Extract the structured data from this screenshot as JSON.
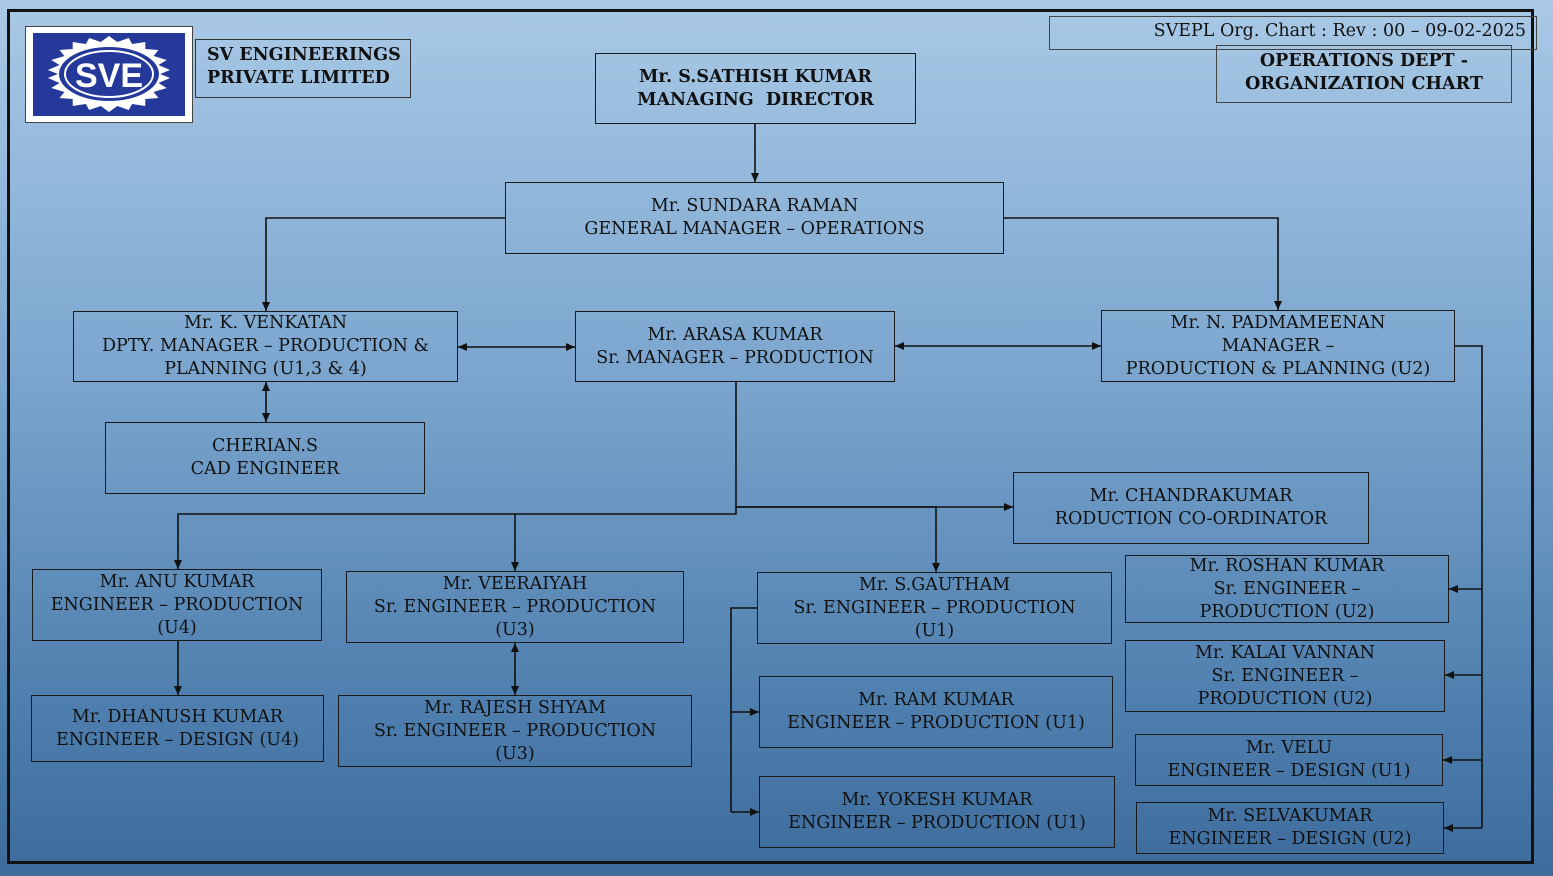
{
  "logo": {
    "text": "SVE"
  },
  "company": {
    "line1": "SV ENGINEERINGS",
    "line2": "PRIVATE LIMITED"
  },
  "revision": "SVEPL Org. Chart : Rev : 00 – 09-02-2025",
  "chart_title": {
    "line1": "OPERATIONS DEPT -",
    "line2": "ORGANIZATION CHART"
  },
  "nodes": {
    "md": {
      "line1": "Mr. S.SATHISH KUMAR",
      "line2": "MANAGING  DIRECTOR"
    },
    "gm": {
      "line1": "Mr. SUNDARA RAMAN",
      "line2": "GENERAL MANAGER – OPERATIONS"
    },
    "venkatan": {
      "line1": "Mr. K. VENKATAN",
      "line2": "DPTY. MANAGER – PRODUCTION &",
      "line3": "PLANNING (U1,3 & 4)"
    },
    "arasa": {
      "line1": "Mr. ARASA KUMAR",
      "line2": "Sr. MANAGER – PRODUCTION"
    },
    "padmameenan": {
      "line1": "Mr. N. PADMAMEENAN",
      "line2": "MANAGER –",
      "line3": "PRODUCTION & PLANNING (U2)"
    },
    "cherian": {
      "line1": "CHERIAN.S",
      "line2": "CAD ENGINEER"
    },
    "chandrakumar": {
      "line1": "Mr. CHANDRAKUMAR",
      "line2": "RODUCTION CO-ORDINATOR"
    },
    "anu": {
      "line1": "Mr. ANU KUMAR",
      "line2": "ENGINEER – PRODUCTION",
      "line3": "(U4)"
    },
    "veeraiyah": {
      "line1": "Mr. VEERAIYAH",
      "line2": "Sr. ENGINEER – PRODUCTION",
      "line3": "(U3)"
    },
    "gautham": {
      "line1": "Mr. S.GAUTHAM",
      "line2": "Sr. ENGINEER – PRODUCTION",
      "line3": "(U1)"
    },
    "roshan": {
      "line1": "Mr. ROSHAN KUMAR",
      "line2": "Sr. ENGINEER –",
      "line3": "PRODUCTION (U2)"
    },
    "kalai": {
      "line1": "Mr. KALAI VANNAN",
      "line2": "Sr. ENGINEER –",
      "line3": "PRODUCTION (U2)"
    },
    "dhanush": {
      "line1": "Mr. DHANUSH KUMAR",
      "line2": "ENGINEER – DESIGN (U4)"
    },
    "rajesh": {
      "line1": "Mr. RAJESH SHYAM",
      "line2": "Sr. ENGINEER – PRODUCTION",
      "line3": "(U3)"
    },
    "ram": {
      "line1": "Mr. RAM KUMAR",
      "line2": "ENGINEER – PRODUCTION (U1)"
    },
    "velu": {
      "line1": "Mr. VELU",
      "line2": "ENGINEER – DESIGN (U1)"
    },
    "yokesh": {
      "line1": "Mr. YOKESH KUMAR",
      "line2": "ENGINEER – PRODUCTION (U1)"
    },
    "selvakumar": {
      "line1": "Mr. SELVAKUMAR",
      "line2": "ENGINEER – DESIGN (U2)"
    }
  }
}
